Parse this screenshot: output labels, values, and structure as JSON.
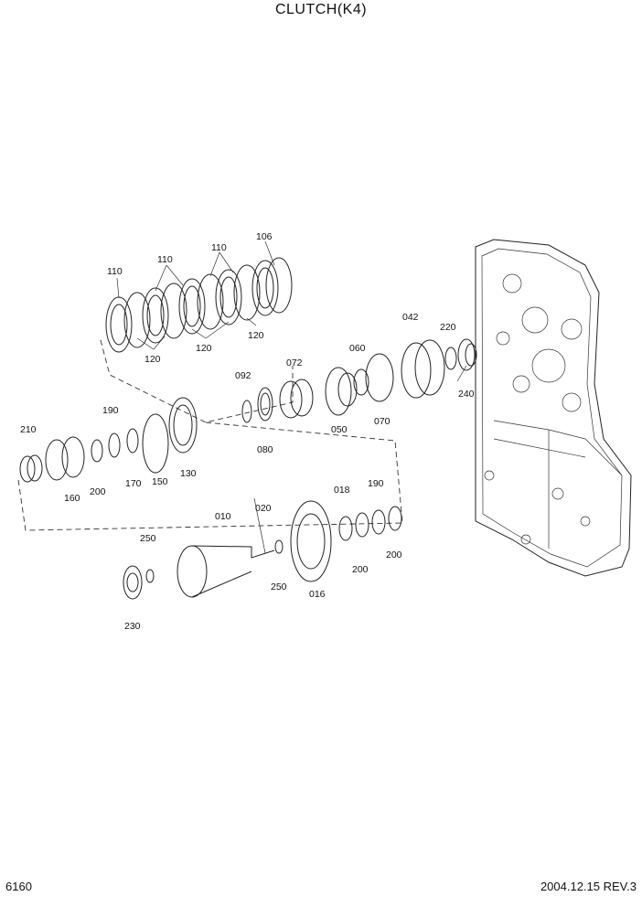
{
  "title": "CLUTCH(K4)",
  "page_number": "6160",
  "revision": "2004.12.15  REV.3",
  "callouts": {
    "c106": "106",
    "c110a": "110",
    "c110b": "110",
    "c110c": "110",
    "c120a": "120",
    "c120b": "120",
    "c120c": "120",
    "c092": "092",
    "c072": "072",
    "c080": "080",
    "c060": "060",
    "c050": "050",
    "c070": "070",
    "c042": "042",
    "c220": "220",
    "c240": "240",
    "c210": "210",
    "c190a": "190",
    "c160": "160",
    "c200a": "200",
    "c170": "170",
    "c150": "150",
    "c130": "130",
    "c250a": "250",
    "c230": "230",
    "c010": "010",
    "c020": "020",
    "c250b": "250",
    "c016": "016",
    "c018": "018",
    "c190b": "190",
    "c200b": "200",
    "c200c": "200"
  }
}
